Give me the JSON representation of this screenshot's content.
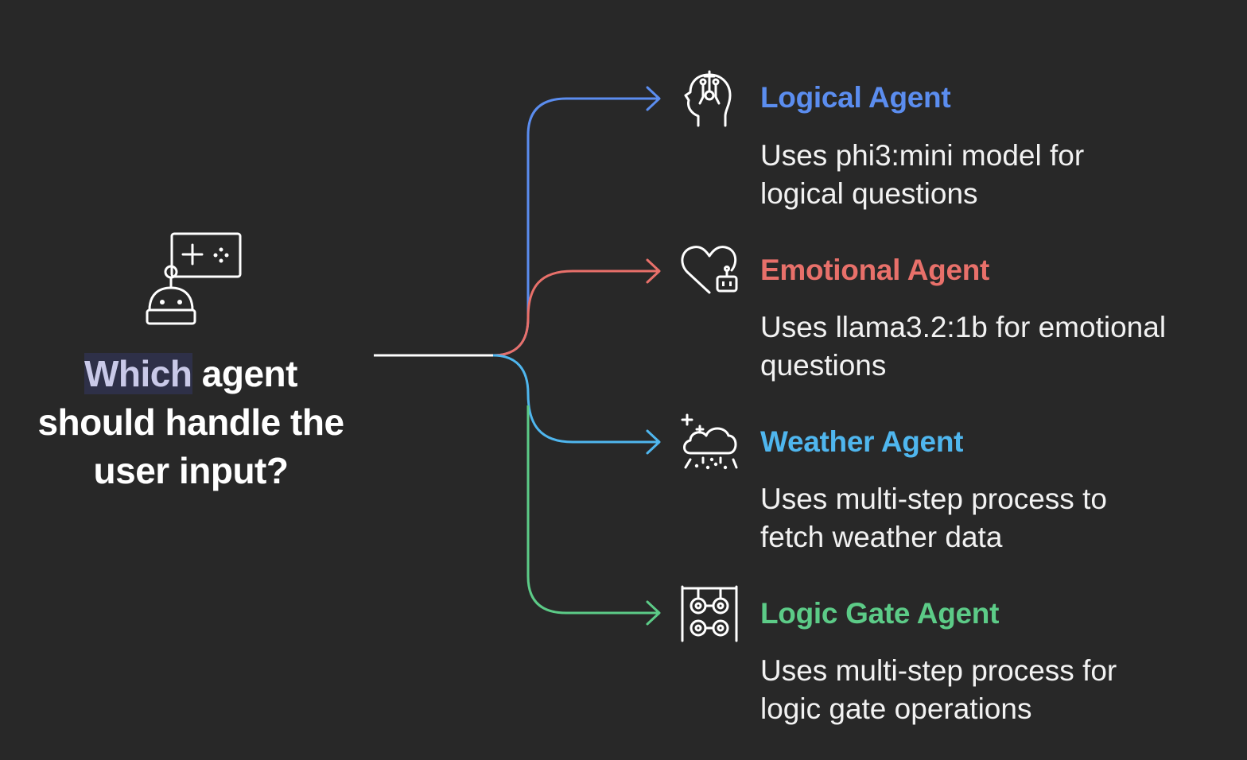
{
  "diagram": {
    "question": {
      "highlighted": "Which",
      "line1_rest": " agent",
      "line2": "should handle the",
      "line3": "user input?"
    },
    "agents": [
      {
        "title": "Logical Agent",
        "desc_line1": "Uses phi3:mini model for",
        "desc_line2": "logical questions",
        "color": "#5b8def",
        "icon": "brain-head-icon"
      },
      {
        "title": "Emotional Agent",
        "desc_line1": "Uses llama3.2:1b for emotional",
        "desc_line2": "questions",
        "color": "#e8706a",
        "icon": "heart-robot-icon"
      },
      {
        "title": "Weather Agent",
        "desc_line1": "Uses multi-step process to",
        "desc_line2": "fetch weather data",
        "color": "#4fb6ee",
        "icon": "cloud-rain-icon"
      },
      {
        "title": "Logic Gate Agent",
        "desc_line1": "Uses multi-step process for",
        "desc_line2": "logic gate operations",
        "color": "#5ccb87",
        "icon": "logic-gate-icon"
      }
    ],
    "colors": {
      "background": "#282828",
      "trunk": "#ffffff",
      "text": "#f2f2f2",
      "highlight_bg": "#2e3048"
    }
  }
}
